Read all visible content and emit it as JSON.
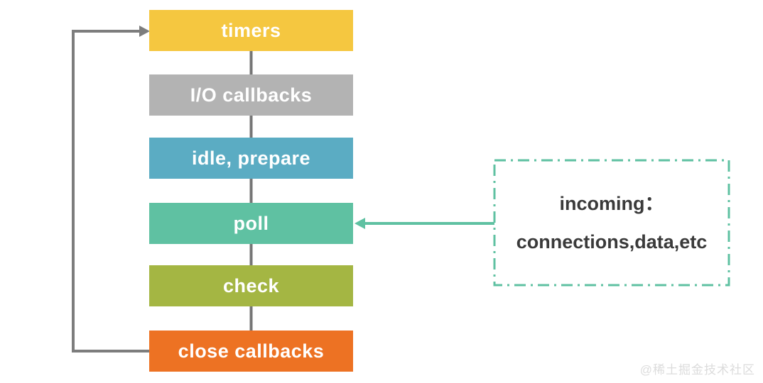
{
  "diagram": {
    "description": "event-loop phase flow",
    "phases": [
      {
        "id": "timers",
        "label": "timers",
        "color": "#F5C740"
      },
      {
        "id": "io-callbacks",
        "label": "I/O callbacks",
        "color": "#B3B3B3"
      },
      {
        "id": "idle-prepare",
        "label": "idle, prepare",
        "color": "#5BACC3"
      },
      {
        "id": "poll",
        "label": "poll",
        "color": "#5FC1A2"
      },
      {
        "id": "check",
        "label": "check",
        "color": "#A4B643"
      },
      {
        "id": "close-callbacks",
        "label": "close callbacks",
        "color": "#ED7223"
      }
    ],
    "connector_color": "#757575",
    "loop_arrow_color": "#7D7D7D",
    "incoming_box": {
      "line1": "incoming：",
      "line2": "connections,data,etc",
      "border_color": "#5FC1A2",
      "text_color": "#3A3A3A",
      "arrow_color": "#5FC1A2"
    }
  },
  "watermark": {
    "text": "@稀土掘金技术社区",
    "color": "#DCDCDC"
  }
}
